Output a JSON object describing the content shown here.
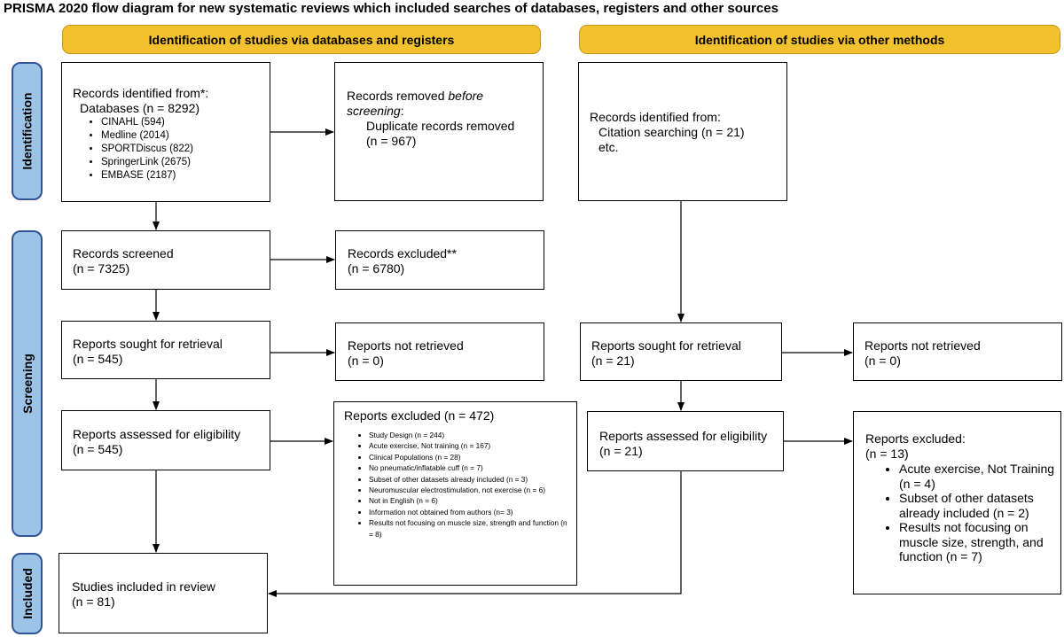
{
  "title": "PRISMA 2020 flow diagram for new systematic reviews which included searches of databases, registers and other sources",
  "headers": {
    "databases": "Identification of studies via databases and registers",
    "other": "Identification of studies via other methods"
  },
  "stages": {
    "identification": "Identification",
    "screening": "Screening",
    "included": "Included"
  },
  "db": {
    "records_identified": {
      "heading": "Records identified from*:",
      "databases": "Databases (n = 8292)",
      "items": [
        "CINAHL (594)",
        "Medline (2014)",
        "SPORTDiscus (822)",
        "SpringerLink (2675)",
        "EMBASE (2187)"
      ]
    },
    "records_removed": {
      "line1": "Records removed ",
      "line1_em": "before",
      "line2_em": "screening",
      "line2_tail": ":",
      "line3": "Duplicate records removed",
      "line4": "(n = 967)"
    },
    "records_screened": {
      "label": "Records screened",
      "n": "(n = 7325)"
    },
    "records_excluded": {
      "label": "Records excluded**",
      "n": "(n = 6780)"
    },
    "reports_sought": {
      "label": "Reports sought for retrieval",
      "n": "(n = 545)"
    },
    "reports_not_retrieved": {
      "label": "Reports not retrieved",
      "n": "(n = 0)"
    },
    "reports_assessed": {
      "label": "Reports assessed for eligibility",
      "n": "(n = 545)"
    },
    "reports_excluded": {
      "label": "Reports excluded (n = 472)",
      "items": [
        "Study Design (n = 244)",
        "Acute exercise, Not training (n = 167)",
        "Clinical Populations (n = 28)",
        "No pneumatic/inflatable cuff (n = 7)",
        "Subset of other datasets already included (n = 3)",
        "Neuromuscular electrostimulation, not exercise (n = 6)",
        "Not in English (n = 6)",
        "Information not obtained from authors (n= 3)",
        "Results not focusing on muscle size, strength and function (n = 8)"
      ]
    },
    "studies_included": {
      "label": "Studies included in review",
      "n": "(n = 81)"
    }
  },
  "other": {
    "records_identified": {
      "heading": "Records identified from:",
      "line2": "Citation searching (n = 21)",
      "line3": "etc."
    },
    "reports_sought": {
      "label": "Reports sought for retrieval",
      "n": "(n = 21)"
    },
    "reports_not_retrieved": {
      "label": "Reports not retrieved",
      "n": "(n = 0)"
    },
    "reports_assessed": {
      "label": "Reports assessed for eligibility",
      "n": "(n = 21)"
    },
    "reports_excluded": {
      "label": "Reports excluded:",
      "n": "(n = 13)",
      "items": [
        "Acute exercise, Not Training (n = 4)",
        "Subset of other datasets already included (n = 2)",
        "Results not focusing on muscle size, strength, and function (n = 7)"
      ]
    }
  },
  "colors": {
    "header_fill": "#f2c12e",
    "side_fill": "#9dc3e6",
    "side_border": "#2f5597"
  }
}
